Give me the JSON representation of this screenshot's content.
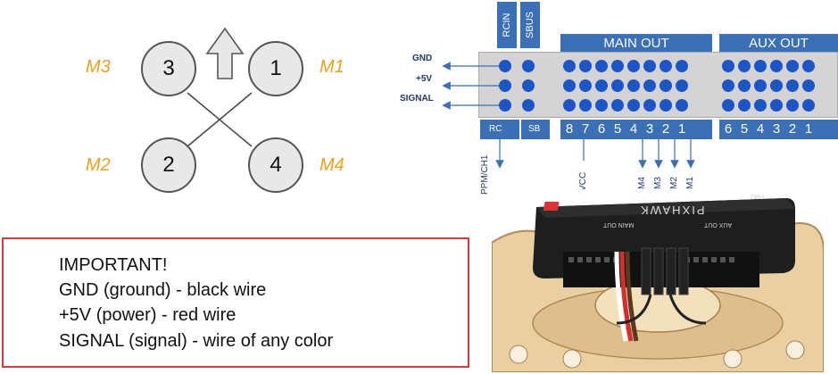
{
  "motors": {
    "m3": {
      "number": "3",
      "label": "M3"
    },
    "m1": {
      "number": "1",
      "label": "M1"
    },
    "m2": {
      "number": "2",
      "label": "M2"
    },
    "m4": {
      "number": "4",
      "label": "M4"
    }
  },
  "warning": {
    "line1": "IMPORTANT!",
    "line2": "GND (ground) - black wire",
    "line3": "+5V (power) - red wire",
    "line4": "SIGNAL (signal) - wire of any color"
  },
  "board": {
    "rcin": "RCIN",
    "sbus": "SBUS",
    "main_out": "MAIN OUT",
    "aux_out": "AUX OUT",
    "rc": "RC",
    "sb": "SB",
    "gnd": "GND",
    "plus5v": "+5V",
    "signal": "SIGNAL",
    "main_numbers": [
      "8",
      "7",
      "6",
      "5",
      "4",
      "3",
      "2",
      "1"
    ],
    "aux_numbers": [
      "6",
      "5",
      "4",
      "3",
      "2",
      "1"
    ],
    "ppm": "PPM/CH1",
    "vcc": "VCC",
    "m4": "M4",
    "m3": "M3",
    "m2": "M2",
    "m1": "M1"
  },
  "photo": {
    "brand": "PIXHAWK",
    "main_out": "MAIN OUT",
    "aux_out": "AUX OUT",
    "fmu": "FMU"
  },
  "colors": {
    "accent_blue": "#3b6fb6",
    "dot_blue": "#1c55c8",
    "motor_label": "#f0a020",
    "warning_border": "#d63a3a"
  }
}
